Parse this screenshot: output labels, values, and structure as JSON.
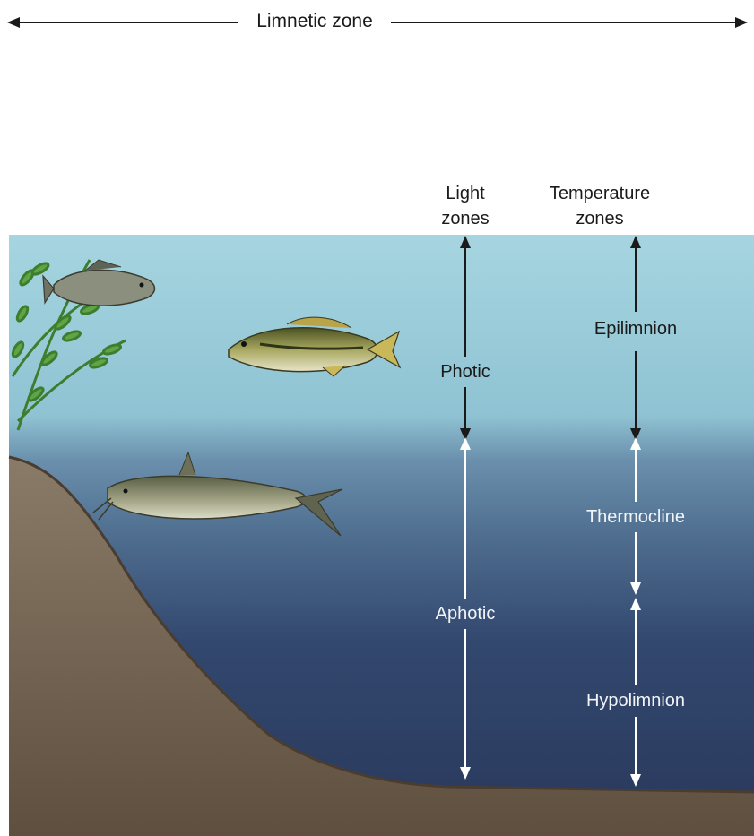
{
  "header": {
    "title": "Limnetic zone"
  },
  "columns": {
    "light_heading": "Light\nzones",
    "light_heading_line1": "Light",
    "light_heading_line2": "zones",
    "temperature_heading_line1": "Temperature",
    "temperature_heading_line2": "zones"
  },
  "light_zones": [
    {
      "label": "Photic"
    },
    {
      "label": "Aphotic"
    }
  ],
  "temperature_zones": [
    {
      "label": "Epilimnion"
    },
    {
      "label": "Thermocline"
    },
    {
      "label": "Hypolimnion"
    }
  ],
  "colors": {
    "surface_water": "#9fd0dc",
    "deep_water": "#2b3f63",
    "sediment": "#6e5e4c",
    "plant": "#4f9a3a"
  }
}
